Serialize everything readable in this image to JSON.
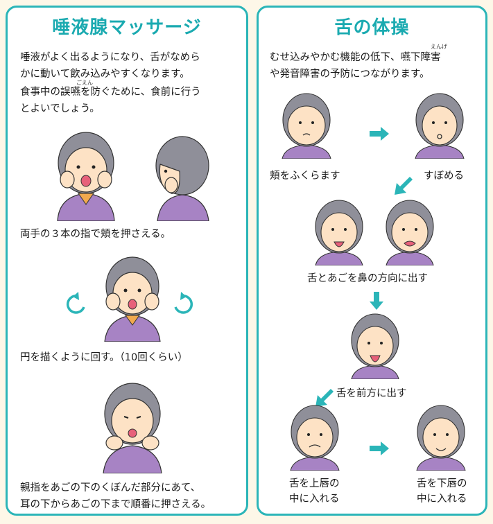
{
  "colors": {
    "accent": "#2bb5b8",
    "title": "#1aaab0",
    "hair": "#8f8f99",
    "skin": "#fde2c5",
    "sweater": "#a783c4",
    "collar": "#f2a94e"
  },
  "massage": {
    "title": "唾液腺マッサージ",
    "intro": [
      "唾液がよく出るようになり、舌がなめら",
      "かに動いて飲み込みやすくなります。",
      "食事中の誤嚥を防ぐために、食前に行う",
      "とよいでしょう。"
    ],
    "ruby_goen": "ごえん",
    "steps": [
      {
        "caption": "両手の３本の指で頬を押さえる。"
      },
      {
        "caption": "円を描くように回す。（10回くらい）"
      },
      {
        "caption_lines": [
          "親指をあごの下のくぼんだ部分にあて、",
          "耳の下からあごの下まで順番に押さえる。"
        ]
      }
    ]
  },
  "tongue": {
    "title": "舌の体操",
    "intro": [
      "むせ込みやかむ機能の低下、嚥下障害",
      "や発音障害の予防につながります。"
    ],
    "ruby_enge": "えんげ",
    "captions": {
      "puff": "頬をふくらます",
      "purse": "すぼめる",
      "nose": "舌とあごを鼻の方向に出す",
      "forward": "舌を前方に出す",
      "upper": [
        "舌を上唇の",
        "中に入れる"
      ],
      "lower": [
        "舌を下唇の",
        "中に入れる"
      ]
    }
  }
}
